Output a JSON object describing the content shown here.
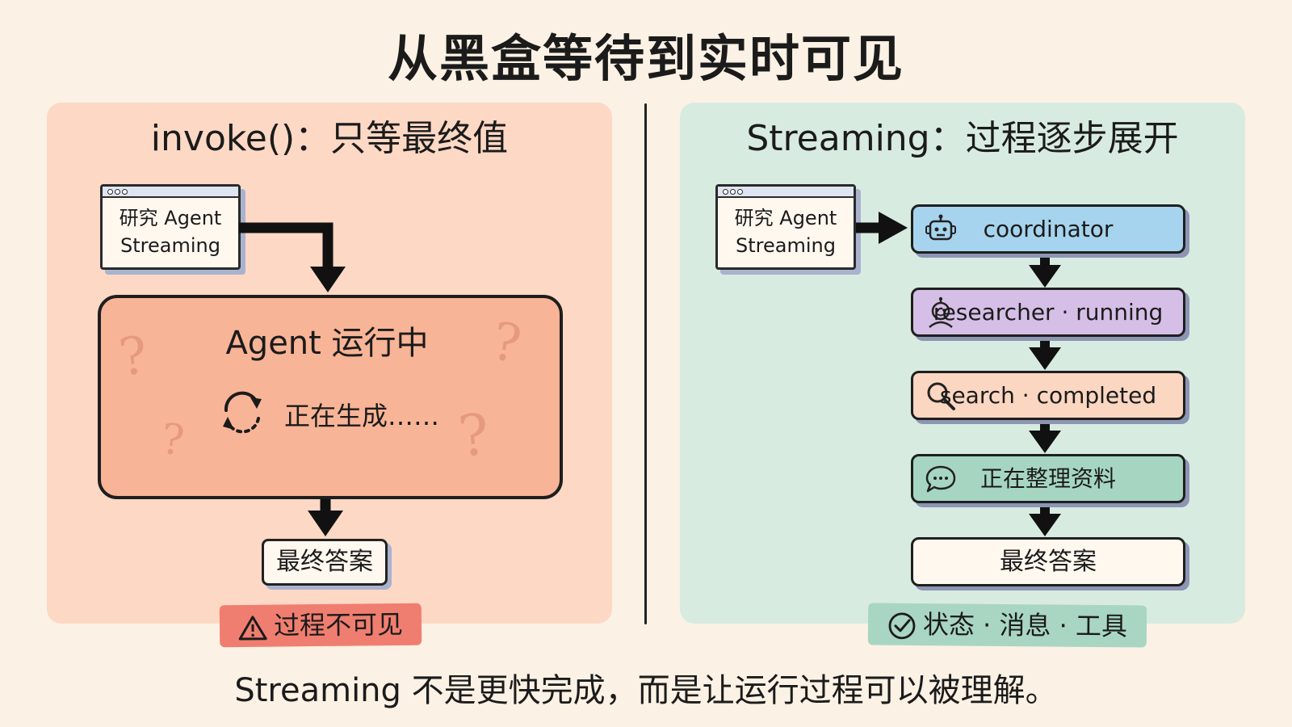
{
  "title": "从黑盒等待到实时可见",
  "left_panel": {
    "title": "invoke()：只等最终值",
    "window_line1": "研究 Agent",
    "window_line2": "Streaming",
    "box_title": "Agent 运行中",
    "loading_text": "正在生成……",
    "question_mark": "?",
    "final_answer": "最终答案",
    "tag_label": "过程不可见"
  },
  "right_panel": {
    "title": "Streaming：过程逐步展开",
    "window_line1": "研究 Agent",
    "window_line2": "Streaming",
    "steps": [
      {
        "label": "coordinator",
        "icon": "robot-icon",
        "color": "#a6d4ee"
      },
      {
        "label": "researcher · running",
        "icon": "robot-person-icon",
        "color": "#d6bfe6"
      },
      {
        "label": "search · completed",
        "icon": "search-icon",
        "color": "#fbd6c0"
      },
      {
        "label": "正在整理资料",
        "icon": "chat-bubble-icon",
        "color": "#a6d6c2"
      },
      {
        "label": "最终答案",
        "icon": "",
        "color": "#fff8ef"
      }
    ],
    "tag_label": "状态 · 消息 · 工具"
  },
  "footer": "Streaming 不是更快完成，而是让运行过程可以被理解。"
}
